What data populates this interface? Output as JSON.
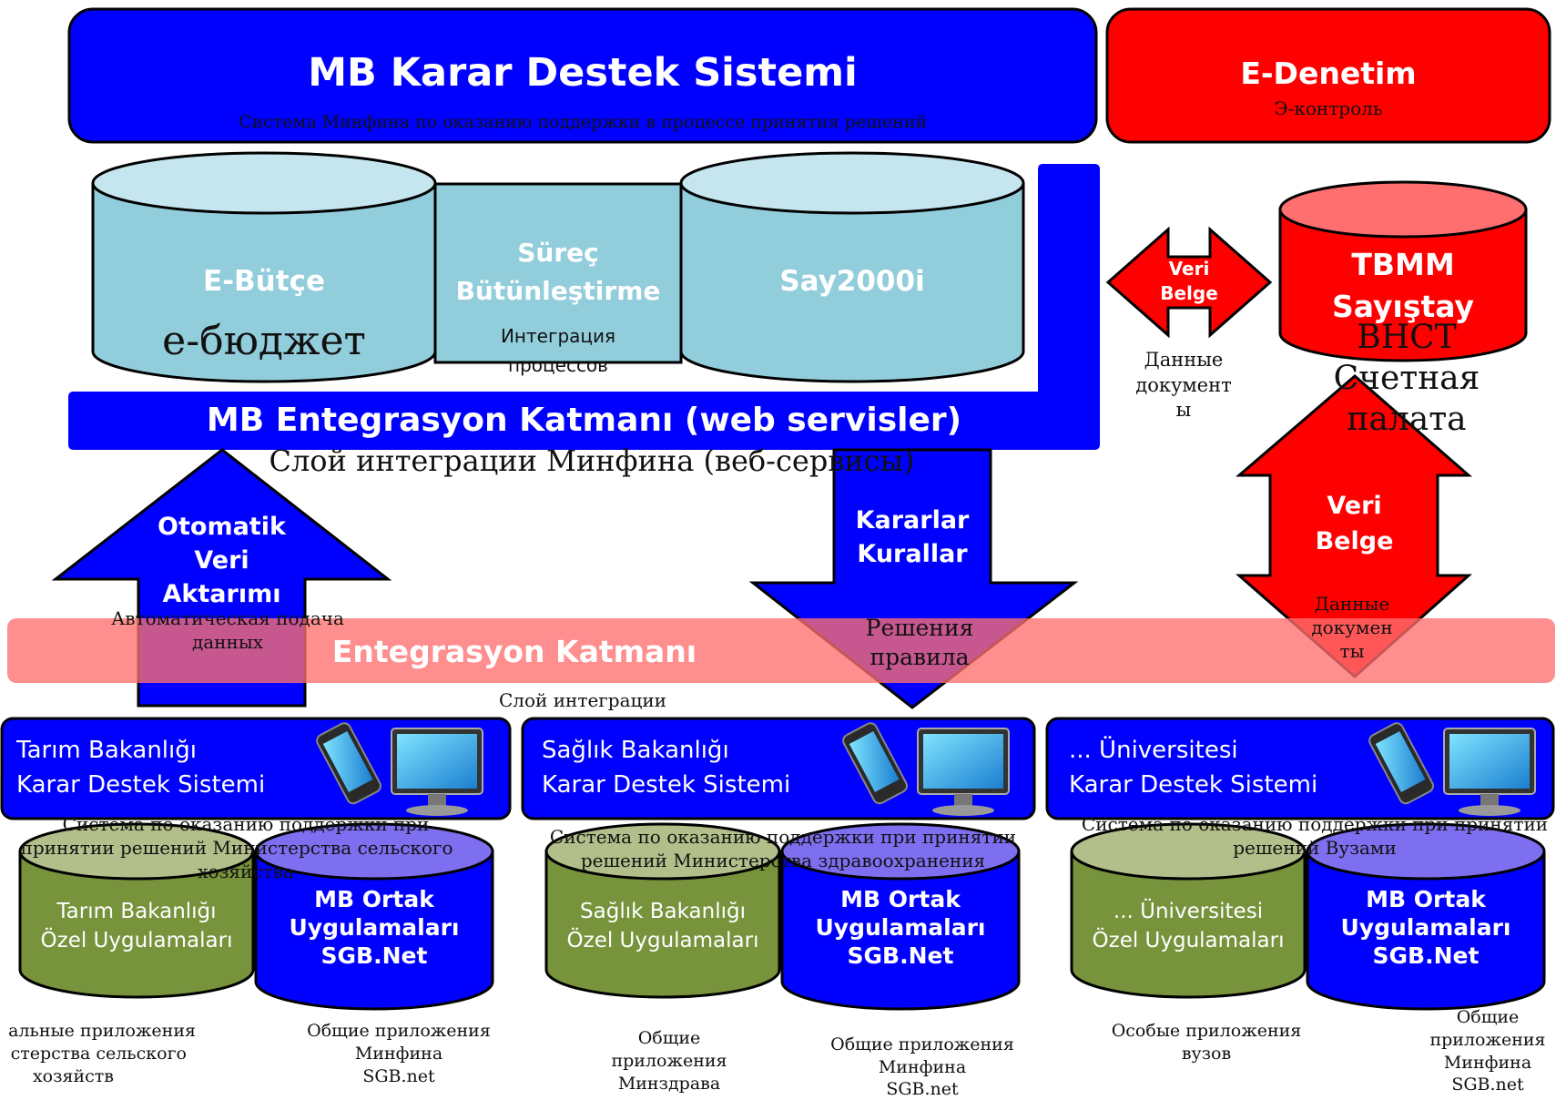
{
  "top": {
    "kds_title": "MB Karar Destek Sistemi",
    "kds_sub": "Система Минфина по оказанию поддержки в процессе принятия решений",
    "edenetim_title": "E-Denetim",
    "edenetim_sub": "Э-контроль"
  },
  "databases": {
    "ebutce": "E-Bütçe",
    "ebutce_ru": "е-бюджет",
    "surec_line1": "Süreç",
    "surec_line2": "Bütünleştirme",
    "surec_ru_line1": "Интеграция",
    "surec_ru_line2": "процессов",
    "say2000i": "Say2000i"
  },
  "entegrasyon": {
    "title": "MB Entegrasyon Katmanı (web servisler)",
    "title_ru": "Слой интеграции Минфина (веб-сервисы)"
  },
  "veri_belge_small": {
    "line1": "Veri",
    "line2": "Belge",
    "ru_line1": "Данные",
    "ru_line2": "документ",
    "ru_line3": "ы"
  },
  "tbmm": {
    "line1": "TBMM",
    "line2": "Sayıştay",
    "ru_line1": "ВНСТ",
    "ru_line2": "Счетная",
    "ru_line3": "палата"
  },
  "veri_belge_big": {
    "line1": "Veri",
    "line2": "Belge",
    "ru_line1": "Данные",
    "ru_line2": "докумен",
    "ru_line3": "ты"
  },
  "up_arrow": {
    "line1": "Otomatik",
    "line2": "Veri",
    "line3": "Aktarımı",
    "ru_line1": "Автоматическая подача",
    "ru_line2": "данных"
  },
  "down_arrow": {
    "line1": "Kararlar",
    "line2": "Kurallar",
    "ru_line1": "Решения",
    "ru_line2": "правила"
  },
  "band": {
    "title": "Entegrasyon Katmanı",
    "title_ru": "Слой интеграции"
  },
  "ministries": [
    {
      "line1": "Tarım Bakanlığı",
      "line2": "Karar Destek  Sistemi",
      "ru_line1": "Система по оказанию поддержки при",
      "ru_line2": "принятии решений Министерства сельского",
      "ru_line3": "хозяйства",
      "olive_line1": "Tarım Bakanlığı",
      "olive_line2": "Özel Uygulamaları",
      "blue_line1": "MB Ortak",
      "blue_line2": "Uygulamaları",
      "blue_line3": "SGB.Net",
      "cap1_line1": "альные приложения",
      "cap1_line2": "стерства сельского",
      "cap1_line3": "хозяйств",
      "cap2_line1": "Общие приложения",
      "cap2_line2": "Минфина",
      "cap2_line3": "SGB.net"
    },
    {
      "line1": "Sağlık Bakanlığı",
      "line2": "Karar Destek  Sistemi",
      "ru_line1": "Система по оказанию поддержки при принятии",
      "ru_line2": "решений Министерства здравоохранения",
      "olive_line1": "Sağlık Bakanlığı",
      "olive_line2": "Özel Uygulamaları",
      "blue_line1": "MB Ortak",
      "blue_line2": "Uygulamaları",
      "blue_line3": "SGB.Net",
      "cap1_line1": "Общие",
      "cap1_line2": "приложения",
      "cap1_line3": "Минздрава",
      "cap2_line1": "Общие приложения",
      "cap2_line2": "Минфина",
      "cap2_line3": "SGB.net"
    },
    {
      "line1": "... Üniversitesi",
      "line2": "Karar Destek  Sistemi",
      "ru_line1": "Система по оказанию поддержки при принятии",
      "ru_line2": "решений Вузами",
      "olive_line1": "... Üniversitesi",
      "olive_line2": "Özel Uygulamaları",
      "blue_line1": "MB Ortak",
      "blue_line2": "Uygulamaları",
      "blue_line3": "SGB.Net",
      "cap1_line1": "Особые приложения",
      "cap1_line2": "вузов",
      "cap2_line1": "Общие",
      "cap2_line2": "приложения",
      "cap2_line3": "Минфина",
      "cap2_line4": "SGB.net"
    }
  ],
  "colors": {
    "blue": "#0000ff",
    "red": "#ff0000",
    "light_blue": "#92cddc",
    "olive": "#77933c",
    "band_pink": "#ff6f6f"
  }
}
